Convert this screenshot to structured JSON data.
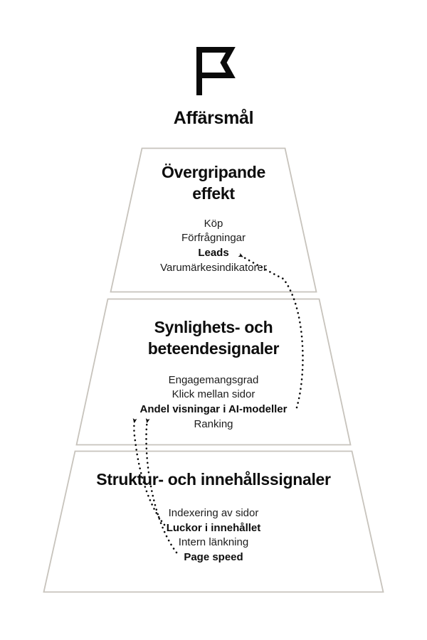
{
  "diagram": {
    "type": "pyramid",
    "apex": {
      "icon": "flag-icon",
      "label": "Affärsmål"
    },
    "tiers": [
      {
        "id": "overgripande-effekt",
        "heading_line1": "Övergripande",
        "heading_line2": "effekt",
        "items": [
          {
            "label": "Köp",
            "emphasis": false
          },
          {
            "label": "Förfrågningar",
            "emphasis": false
          },
          {
            "label": "Leads",
            "emphasis": true
          },
          {
            "label": "Varumärkesindikatorer",
            "emphasis": false
          }
        ]
      },
      {
        "id": "synlighets-och-beteendesignaler",
        "heading_line1": "Synlighets- och",
        "heading_line2": "beteendesignaler",
        "items": [
          {
            "label": "Engagemangsgrad",
            "emphasis": false
          },
          {
            "label": "Klick mellan sidor",
            "emphasis": false
          },
          {
            "label": "Andel visningar i AI-modeller",
            "emphasis": true
          },
          {
            "label": "Ranking",
            "emphasis": false
          }
        ]
      },
      {
        "id": "struktur-och-innehallssignaler",
        "heading_line1": "Struktur- och innehållssignaler",
        "heading_line2": "",
        "items": [
          {
            "label": "Indexering av sidor",
            "emphasis": false
          },
          {
            "label": "Luckor i innehållet",
            "emphasis": true
          },
          {
            "label": "Intern länkning",
            "emphasis": false
          },
          {
            "label": "Page speed",
            "emphasis": false
          }
        ]
      }
    ],
    "connectors": [
      {
        "id": "connector-ai-modeller-to-leads",
        "from": "Andel visningar i AI-modeller",
        "to": "Leads",
        "style": "dotted-curve-arrow"
      },
      {
        "id": "connector-luckor-to-ai-modeller",
        "from": "Luckor i innehållet",
        "to": "Andel visningar i AI-modeller",
        "style": "dotted-curve-arrow"
      },
      {
        "id": "connector-page-speed-to-ai-modeller",
        "from": "Page speed",
        "to": "Andel visningar i AI-modeller",
        "style": "dotted-curve-arrow"
      }
    ],
    "colors": {
      "background": "#ffffff",
      "tier_outline": "#c7c3bc",
      "text": "#111111",
      "connector": "#0a0a0a"
    }
  }
}
